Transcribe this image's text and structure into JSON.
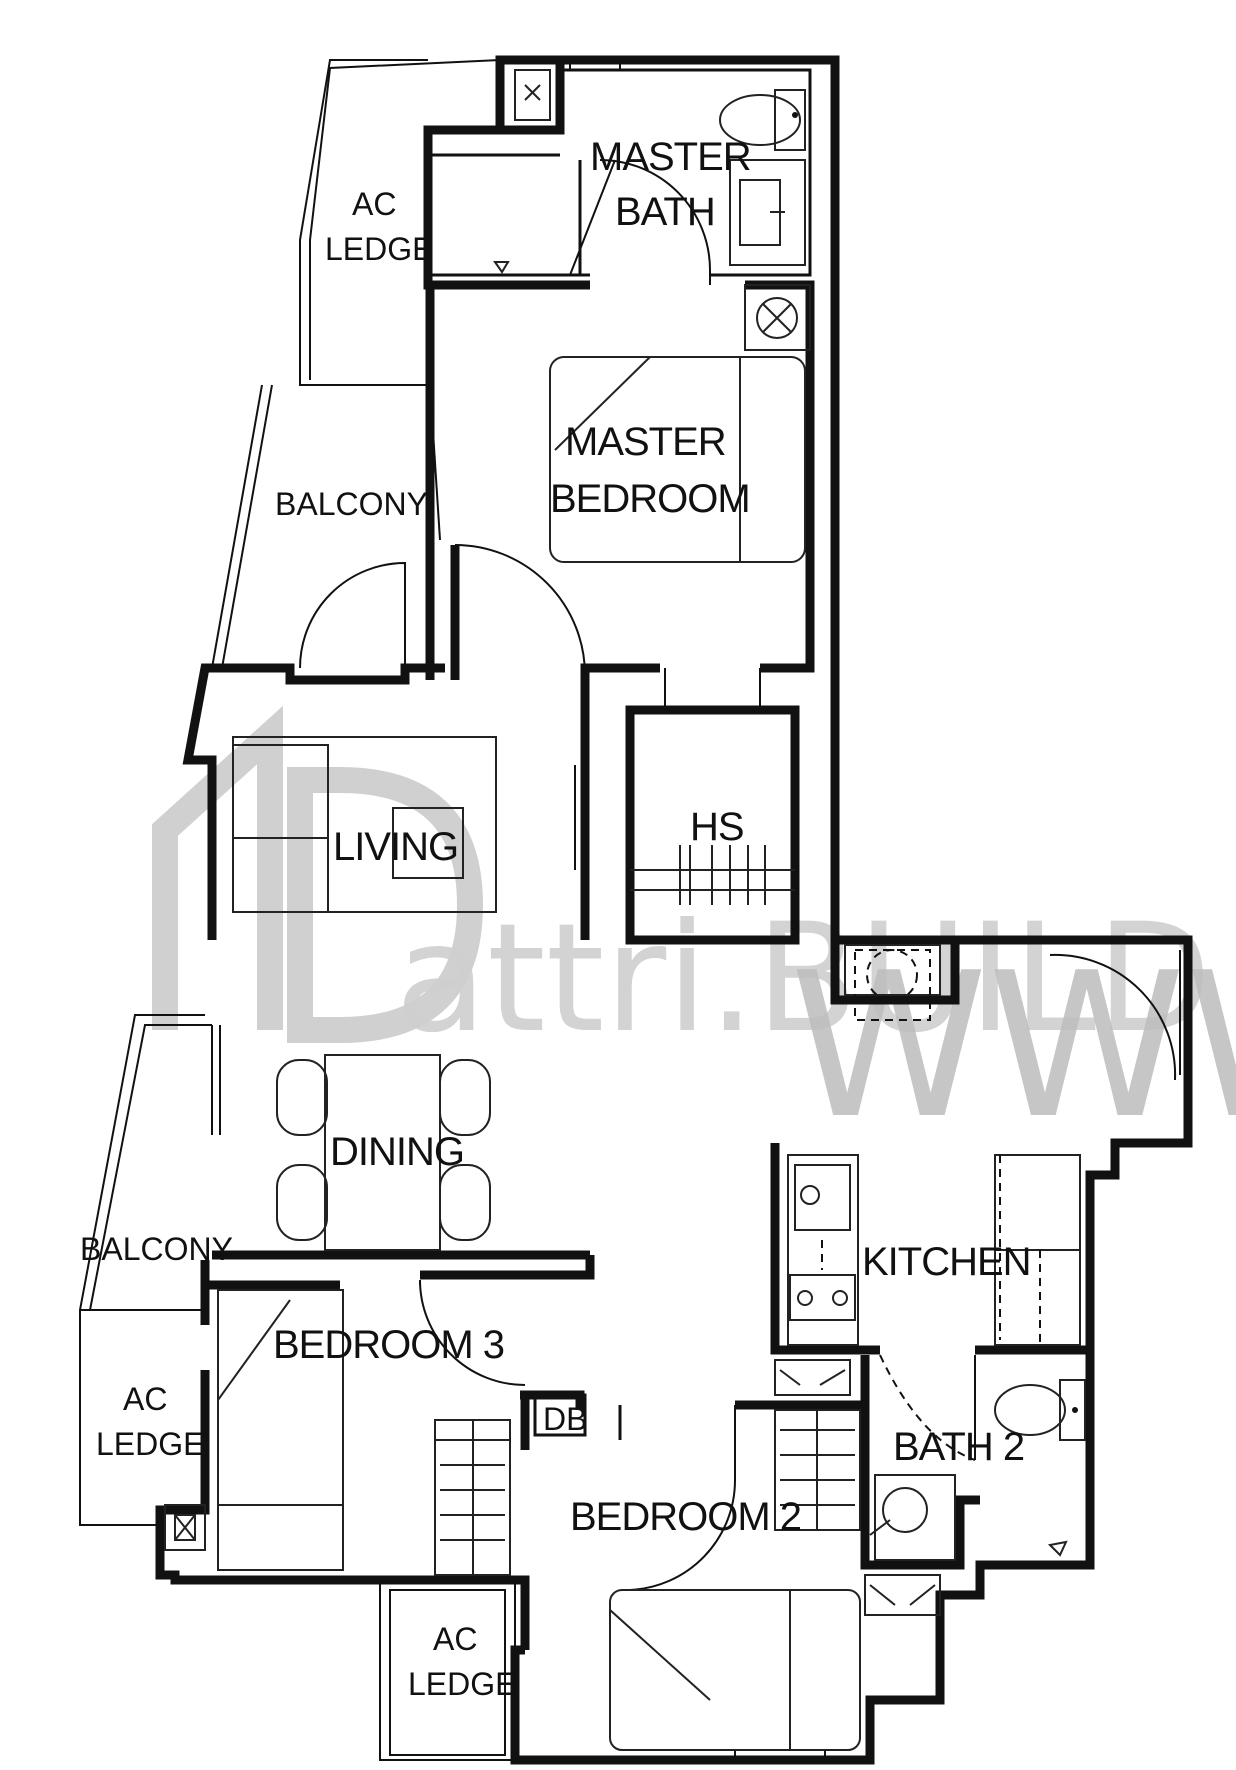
{
  "rooms": {
    "master_bath": [
      "MASTER",
      "BATH"
    ],
    "master_bedroom": [
      "MASTER",
      "BEDROOM"
    ],
    "ac_ledge_top": [
      "AC",
      "LEDGE"
    ],
    "balcony_top": "BALCONY",
    "living": "LIVING",
    "hs": "HS",
    "dining": "DINING",
    "balcony_left": "BALCONY",
    "ac_ledge_left": [
      "AC",
      "LEDGE"
    ],
    "bedroom_3": "BEDROOM 3",
    "db": "DB",
    "bedroom_2": "BEDROOM 2",
    "ac_ledge_bottom": [
      "AC",
      "LEDGE"
    ],
    "kitchen": "KITCHEN",
    "bath_2": "BATH 2"
  },
  "watermark": {
    "brand": "attri.BUILD",
    "url": "WWW."
  }
}
